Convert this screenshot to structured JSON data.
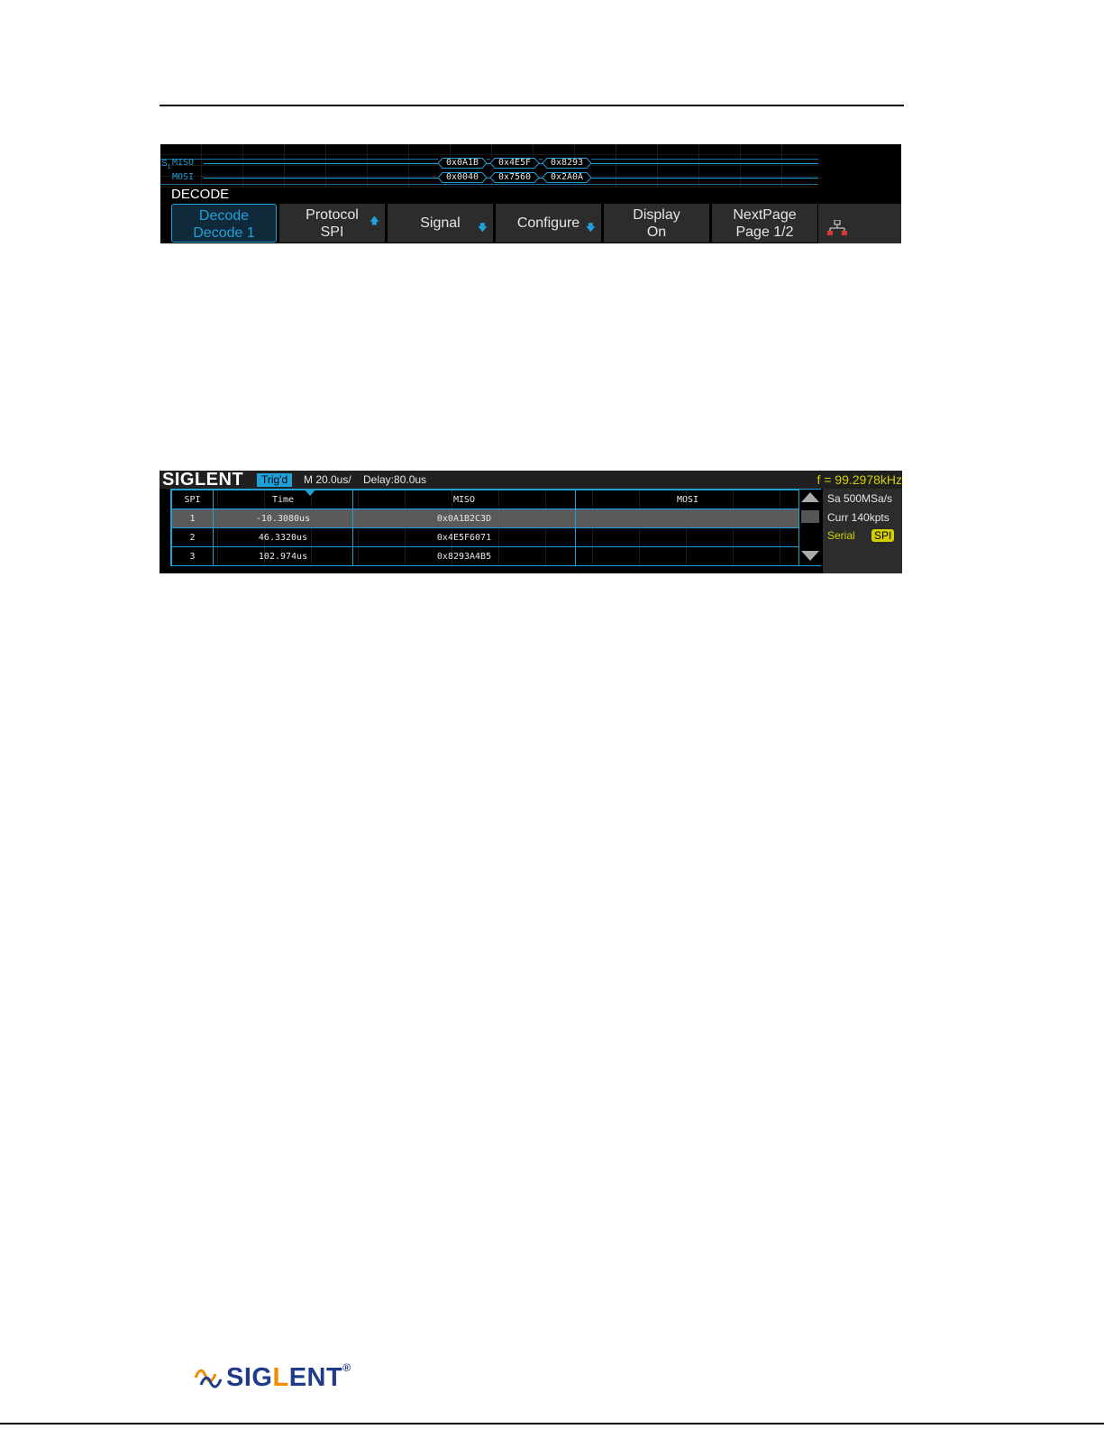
{
  "decode_screen": {
    "bus_icon": "S",
    "bus_icon_sub": "1",
    "signals": [
      {
        "label": "MISO",
        "packets": [
          "0x0A1B",
          "0x4E5F",
          "0x8293"
        ]
      },
      {
        "label": "MOSI",
        "packets": [
          "0x0040",
          "0x7560",
          "0x2A0A"
        ]
      }
    ],
    "menu_title": "DECODE",
    "softkeys": [
      {
        "line1": "Decode",
        "line2": "Decode 1"
      },
      {
        "line1": "Protocol",
        "line2": "SPI",
        "arrow": "up"
      },
      {
        "label": "Signal",
        "arrow": "down"
      },
      {
        "label": "Configure",
        "arrow": "down"
      },
      {
        "line1": "Display",
        "line2": "On"
      },
      {
        "line1": "NextPage",
        "line2": "Page 1/2"
      }
    ],
    "side_icon": "network-icon",
    "accent_color": "#1fa0d8"
  },
  "list_screen": {
    "brand": "SIGLENT",
    "trigger_status": "Trig'd",
    "timebase": "M 20.0us/",
    "delay": "Delay:80.0us",
    "frequency": "f = 99.2978kHz",
    "columns": [
      "SPI",
      "Time",
      "MISO",
      "MOSI"
    ],
    "rows": [
      {
        "index": "1",
        "time": "-10.3080us",
        "miso": "0x0A1B2C3D",
        "mosi": "",
        "selected": true
      },
      {
        "index": "2",
        "time": "46.3320us",
        "miso": "0x4E5F6071",
        "mosi": ""
      },
      {
        "index": "3",
        "time": "102.974us",
        "miso": "0x8293A4B5",
        "mosi": ""
      }
    ],
    "sample_rate": "Sa 500MSa/s",
    "current_depth": "Curr 140kpts",
    "mode_label": "Serial",
    "mode_value": "SPI",
    "highlight_color": "#d4d000"
  },
  "footer": {
    "logo_text_pre": "SIG",
    "logo_text_l": "L",
    "logo_text_post": "ENT",
    "registered": "®"
  }
}
